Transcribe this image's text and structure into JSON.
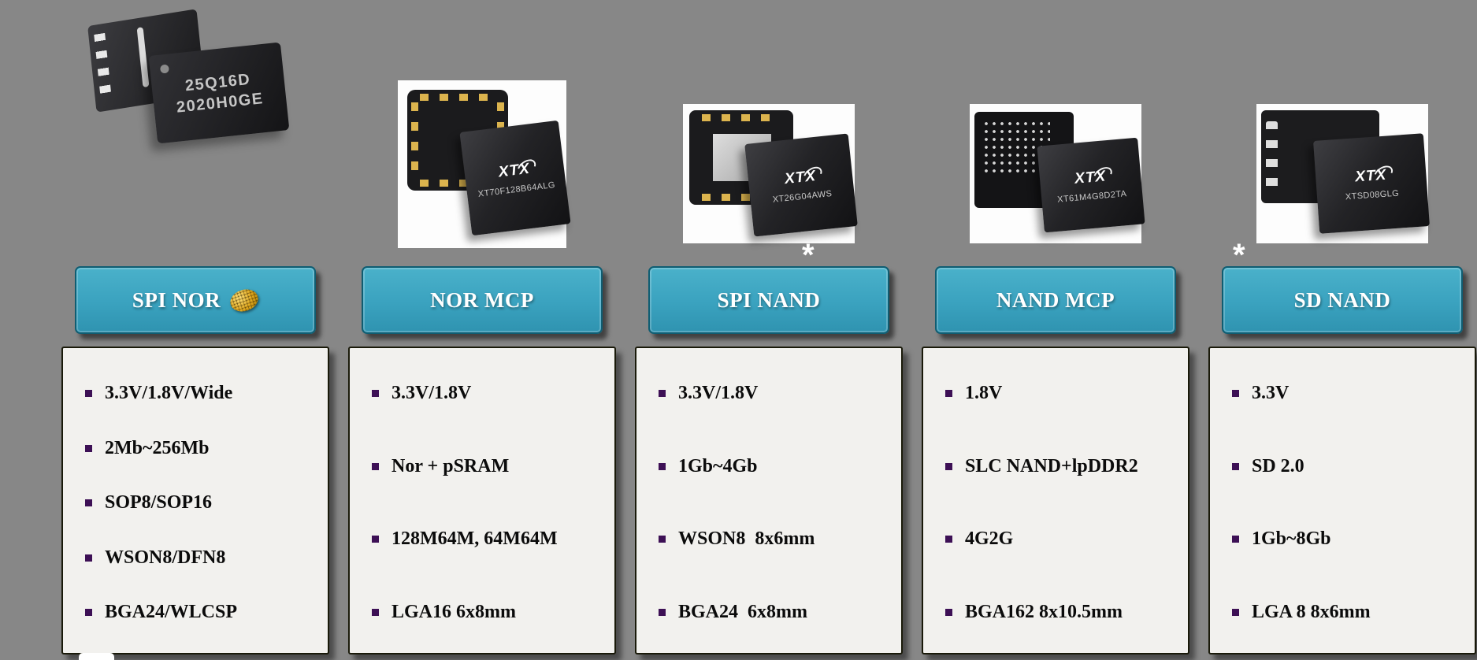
{
  "brand": {
    "logo": "XTX"
  },
  "columns": [
    {
      "button": "SPI NOR",
      "chip": {
        "lines": [
          "25Q16D",
          "2020H0GE"
        ]
      },
      "items": [
        "3.3V/1.8V/Wide",
        "2Mb~256Mb",
        "SOP8/SOP16",
        "WSON8/DFN8",
        "BGA24/WLCSP"
      ]
    },
    {
      "button": "NOR MCP",
      "chip": {
        "part": "XT70F128B64ALG"
      },
      "items": [
        "3.3V/1.8V",
        "Nor + pSRAM",
        "128M64M, 64M64M",
        "LGA16 6x8mm"
      ]
    },
    {
      "button": "SPI NAND",
      "asterisk": "*",
      "chip": {
        "part": "XT26G04AWS"
      },
      "items": [
        "3.3V/1.8V",
        "1Gb~4Gb",
        "WSON8  8x6mm",
        "BGA24  6x8mm"
      ]
    },
    {
      "button": "NAND MCP",
      "chip": {
        "part": "XT61M4G8D2TA"
      },
      "items": [
        "1.8V",
        "SLC NAND+lpDDR2",
        "4G2G",
        "BGA162 8x10.5mm"
      ]
    },
    {
      "button": "SD NAND",
      "asterisk": "*",
      "chip": {
        "part": "XTSD08GLG"
      },
      "items": [
        "3.3V",
        "SD 2.0",
        "1Gb~8Gb",
        "LGA 8 8x6mm"
      ]
    }
  ],
  "colors": {
    "background": "#878787",
    "button_teal": "#3AA2BF",
    "panel_bg": "#F2F1EE",
    "bullet": "#3D1055"
  }
}
